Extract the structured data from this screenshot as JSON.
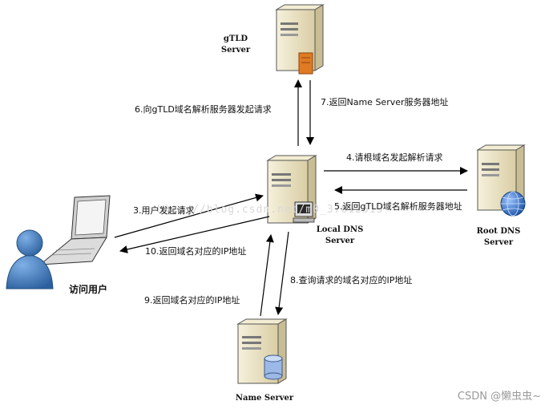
{
  "nodes": {
    "gtld": {
      "line1": "gTLD",
      "line2": "Server"
    },
    "local_dns": {
      "line1": "Local DNS",
      "line2": "Server"
    },
    "root_dns": {
      "line1": "Root DNS",
      "line2": "Server"
    },
    "name_server": {
      "line1": "Name Server"
    },
    "user": {
      "label": "访问用户"
    }
  },
  "edges": {
    "e3": "3.用户发起请求",
    "e4": "4.请根域名发起解析请求",
    "e5": "5.返回gTLD域名解析服务器地址",
    "e6": "6.向gTLD域名解析服务器发起请求",
    "e7": "7.返回Name Server服务器地址",
    "e8": "8.查询请求的域名对应的IP地址",
    "e9": "9.返回域名对应的IP地址",
    "e10": "10.返回域名对应的IP地址"
  },
  "watermark": "http://blog.csdn.net/m0_37812513",
  "footer": "CSDN @懒虫虫~",
  "colors": {
    "server_body": "#efe7c8",
    "server_shade": "#c9bd93",
    "gtld_badge": "#e07a23",
    "globe": "#2f6fc4",
    "user": "#3f7dc0",
    "disk": "#9cb8e6"
  }
}
